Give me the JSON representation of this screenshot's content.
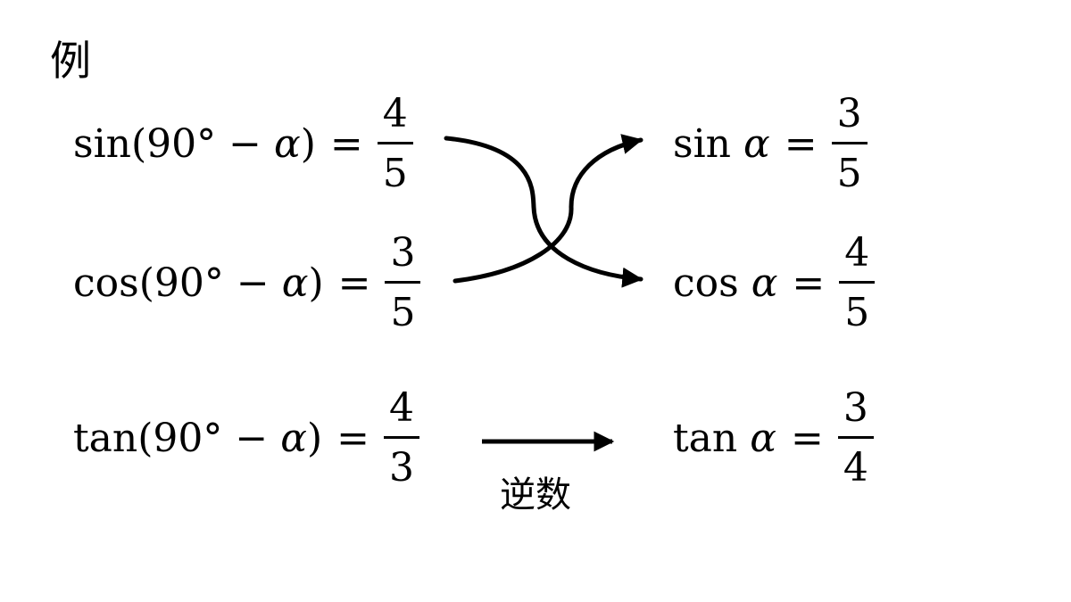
{
  "example_label": "例",
  "left": {
    "sin": {
      "fn": "sin(90° − ",
      "var": "α",
      "close": ")",
      "eq": "=",
      "num": "4",
      "den": "5"
    },
    "cos": {
      "fn": "cos(90° − ",
      "var": "α",
      "close": ")",
      "eq": "=",
      "num": "3",
      "den": "5"
    },
    "tan": {
      "fn": "tan(90° − ",
      "var": "α",
      "close": ")",
      "eq": "=",
      "num": "4",
      "den": "3"
    }
  },
  "right": {
    "sin": {
      "fn": "sin ",
      "var": "α",
      "eq": "=",
      "num": "3",
      "den": "5"
    },
    "cos": {
      "fn": "cos ",
      "var": "α",
      "eq": "=",
      "num": "4",
      "den": "5"
    },
    "tan": {
      "fn": "tan ",
      "var": "α",
      "eq": "=",
      "num": "3",
      "den": "4"
    }
  },
  "reciprocal_label": "逆数"
}
